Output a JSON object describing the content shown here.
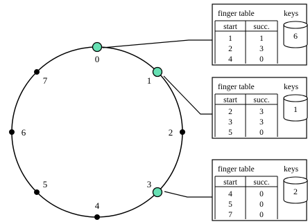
{
  "ring": {
    "nodes": [
      {
        "id": "0",
        "label": "0",
        "active": true
      },
      {
        "id": "1",
        "label": "1",
        "active": true
      },
      {
        "id": "2",
        "label": "2",
        "active": false
      },
      {
        "id": "3",
        "label": "3",
        "active": true
      },
      {
        "id": "4",
        "label": "4",
        "active": false
      },
      {
        "id": "5",
        "label": "5",
        "active": false
      },
      {
        "id": "6",
        "label": "6",
        "active": false
      },
      {
        "id": "7",
        "label": "7",
        "active": false
      }
    ],
    "colors": {
      "active_fill": "#66e0b3",
      "stroke": "#000000"
    }
  },
  "panels": [
    {
      "node": "0",
      "title": "finger table",
      "keys_label": "keys",
      "columns": [
        "start",
        "succ."
      ],
      "rows": [
        [
          "1",
          "1"
        ],
        [
          "2",
          "3"
        ],
        [
          "4",
          "0"
        ]
      ],
      "keys": [
        "6"
      ]
    },
    {
      "node": "1",
      "title": "finger table",
      "keys_label": "keys",
      "columns": [
        "start",
        "succ."
      ],
      "rows": [
        [
          "2",
          "3"
        ],
        [
          "3",
          "3"
        ],
        [
          "5",
          "0"
        ]
      ],
      "keys": [
        "1"
      ]
    },
    {
      "node": "3",
      "title": "finger table",
      "keys_label": "keys",
      "columns": [
        "start",
        "succ."
      ],
      "rows": [
        [
          "4",
          "0"
        ],
        [
          "5",
          "0"
        ],
        [
          "7",
          "0"
        ]
      ],
      "keys": [
        "2"
      ]
    }
  ]
}
